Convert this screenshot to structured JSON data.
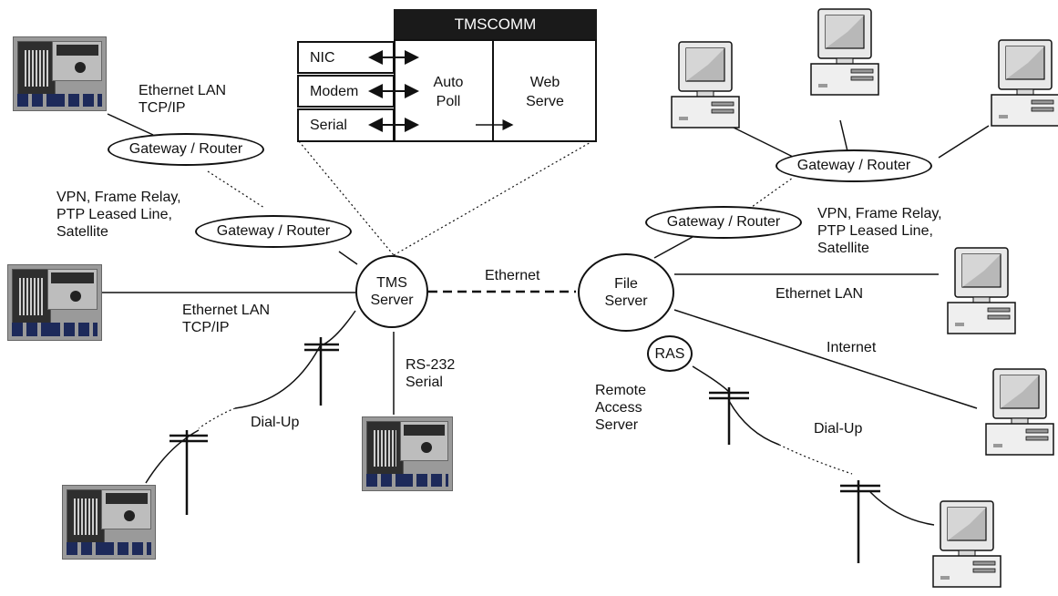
{
  "tmscomm": {
    "title": "TMSCOMM",
    "ports": [
      "NIC",
      "Modem",
      "Serial"
    ],
    "auto_poll": [
      "Auto",
      "Poll"
    ],
    "web_serve": [
      "Web",
      "Serve"
    ]
  },
  "nodes": {
    "tms_server": [
      "TMS",
      "Server"
    ],
    "file_server": [
      "File",
      "Server"
    ],
    "ras": "RAS"
  },
  "gateways": {
    "left_top": "Gateway / Router",
    "left_mid": "Gateway / Router",
    "right_top": "Gateway / Router",
    "right_mid": "Gateway / Router"
  },
  "labels": {
    "eth_lan_tcp_top": [
      "Ethernet LAN",
      "TCP/IP"
    ],
    "vpn_left": [
      "VPN, Frame Relay,",
      "PTP Leased Line,",
      "Satellite"
    ],
    "eth_lan_tcp_mid": [
      "Ethernet LAN",
      "TCP/IP"
    ],
    "rs232": [
      "RS-232",
      "Serial"
    ],
    "dialup_left": "Dial-Up",
    "ethernet": "Ethernet",
    "vpn_right": [
      "VPN, Frame Relay,",
      "PTP Leased Line,",
      "Satellite"
    ],
    "eth_lan_right": "Ethernet LAN",
    "internet": "Internet",
    "remote_access": [
      "Remote",
      "Access",
      "Server"
    ],
    "dialup_right": "Dial-Up"
  }
}
